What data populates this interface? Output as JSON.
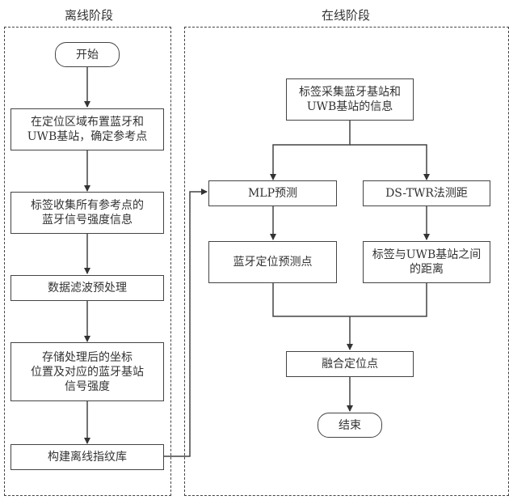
{
  "stages": {
    "offline": {
      "title": "离线阶段",
      "nodes": {
        "start": "开始",
        "deploy": "在定位区域布置蓝牙和\nUWB基站，确定参考点",
        "collect": "标签收集所有参考点的\n蓝牙信号强度信息",
        "filter": "数据滤波预处理",
        "store": "存储处理后的坐标\n位置及对应的蓝牙基站\n信号强度",
        "build": "构建离线指纹库"
      }
    },
    "online": {
      "title": "在线阶段",
      "nodes": {
        "acquire": "标签采集蓝牙基站和\nUWB基站的信息",
        "mlp": "MLP预测",
        "dstwr": "DS-TWR法测距",
        "bt_point": "蓝牙定位预测点",
        "distance": "标签与UWB基站之间\n的距离",
        "fusion": "融合定位点",
        "end": "结束"
      }
    }
  }
}
